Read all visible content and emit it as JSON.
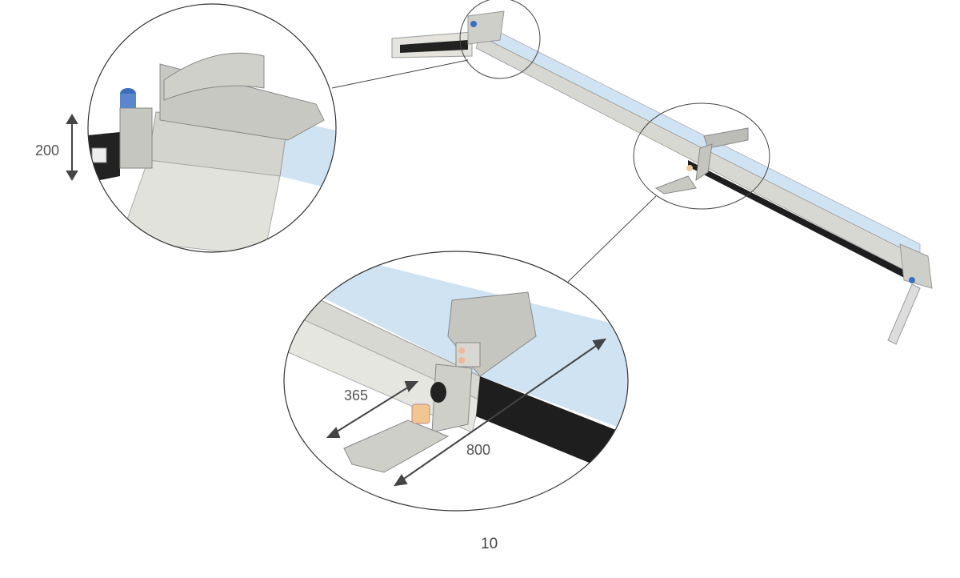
{
  "dimensions": {
    "height": "200",
    "depth": "365",
    "length": "800"
  },
  "page_number": "10",
  "colors": {
    "bed_blue": "#cfe3f2",
    "rail_grey": "#c9c9c4",
    "frame_dark": "#1e1e1e",
    "line": "#555555"
  }
}
